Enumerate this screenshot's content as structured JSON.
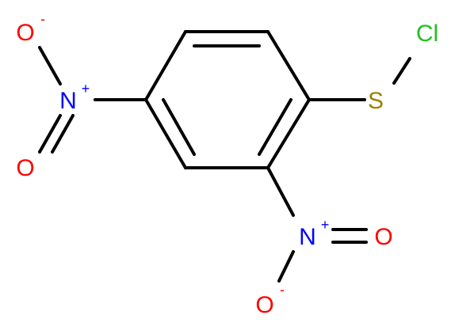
{
  "molecule": {
    "atoms": {
      "sulfur": {
        "symbol": "S",
        "color": "#9a8200"
      },
      "chlorine": {
        "symbol": "Cl",
        "color": "#1fc01f"
      },
      "nitro_top_left": {
        "nitrogen": {
          "symbol": "N",
          "charge": "+",
          "color": "#0000ff"
        },
        "oxygen_anion": {
          "symbol": "O",
          "charge": "-",
          "color": "#ff0000"
        },
        "oxygen_double": {
          "symbol": "O",
          "color": "#ff0000"
        }
      },
      "nitro_bottom": {
        "nitrogen": {
          "symbol": "N",
          "charge": "+",
          "color": "#0000ff"
        },
        "oxygen_anion": {
          "symbol": "O",
          "charge": "-",
          "color": "#ff0000"
        },
        "oxygen_double": {
          "symbol": "O",
          "color": "#ff0000"
        }
      }
    },
    "bond_color": "#000000"
  }
}
